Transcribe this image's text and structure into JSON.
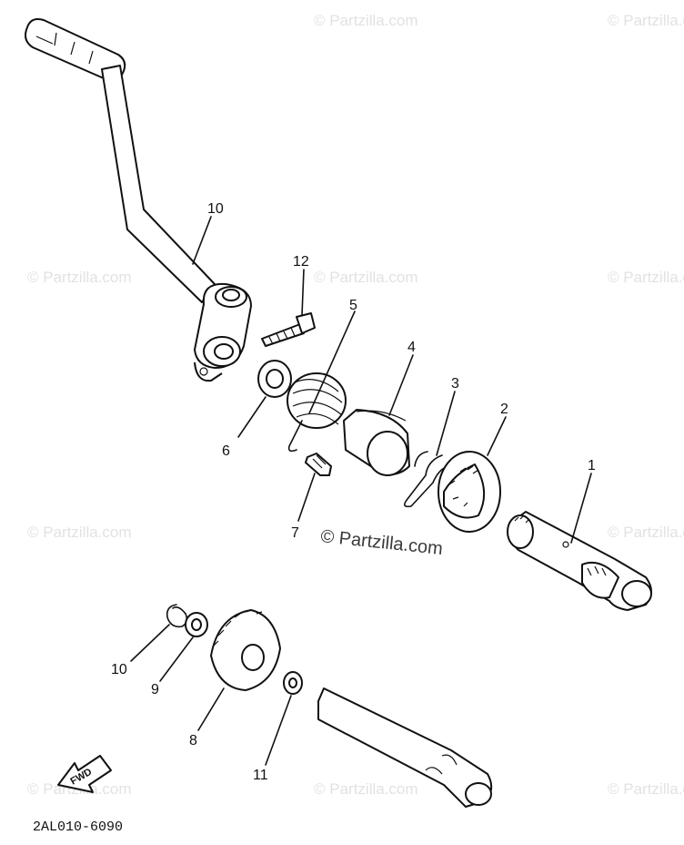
{
  "diagram": {
    "watermark": "© Partzilla.com",
    "center_watermark": "© Partzilla.com",
    "diagram_code": "2AL010-6090",
    "fwd_label": "FWD",
    "callouts": [
      {
        "id": "callout-1",
        "label": "1"
      },
      {
        "id": "callout-2",
        "label": "2"
      },
      {
        "id": "callout-3",
        "label": "3"
      },
      {
        "id": "callout-4",
        "label": "4"
      },
      {
        "id": "callout-5",
        "label": "5"
      },
      {
        "id": "callout-6",
        "label": "6"
      },
      {
        "id": "callout-7",
        "label": "7"
      },
      {
        "id": "callout-8",
        "label": "8"
      },
      {
        "id": "callout-9",
        "label": "9"
      },
      {
        "id": "callout-10a",
        "label": "10"
      },
      {
        "id": "callout-10b",
        "label": "10"
      },
      {
        "id": "callout-11",
        "label": "11"
      },
      {
        "id": "callout-12",
        "label": "12"
      }
    ]
  }
}
